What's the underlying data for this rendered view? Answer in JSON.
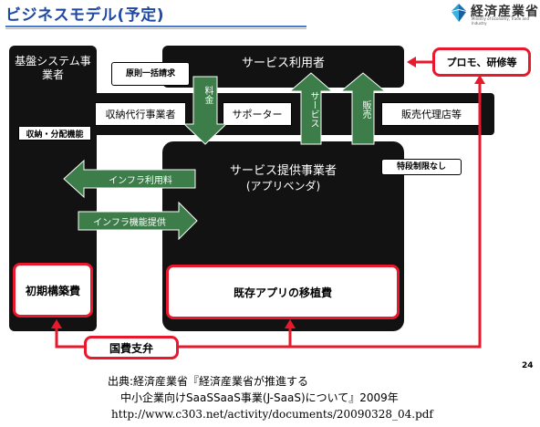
{
  "header": {
    "title": "ビジネスモデル(予定)"
  },
  "logo": {
    "name": "経済産業省",
    "sub": "Ministry of Economy, Trade and Industry"
  },
  "diagram": {
    "service_user": "サービス利用者",
    "kiban_system": "基盤システム事業者",
    "shuno_daiko": "収納代行事業者",
    "supporter": "サポーター",
    "hanbai_dairi": "販売代理店等",
    "provider_line1": "サービス提供事業者",
    "provider_line2": "(アプリベンダ)",
    "shuno_haibun": "収納・分配機能",
    "gensoku_ikkatsu": "原則一括請求",
    "tokudan_seigen": "特段制限なし",
    "ryokin": "料金",
    "service_arrow": "サービス",
    "hanbai_arrow": "販売",
    "infra_fee": "インフラ利用料",
    "infra_provide": "インフラ機能提供",
    "initial_cost": "初期構築費",
    "migration_cost": "既存アプリの移植費",
    "promo": "プロモ、研修等",
    "kokuhi": "国費支弁"
  },
  "page_number": "24",
  "source": {
    "line1": "出典:経済産業省『経済産業省が推進する",
    "line2": "中小企業向けSaaSSaaS事業(J-SaaS)について』2009年",
    "url": "http://www.c303.net/activity/documents/20090328_04.pdf"
  },
  "colors": {
    "dark": "#121212",
    "green": "#3c7d4a",
    "red": "#e8192c",
    "title_blue": "#1f49a3"
  }
}
